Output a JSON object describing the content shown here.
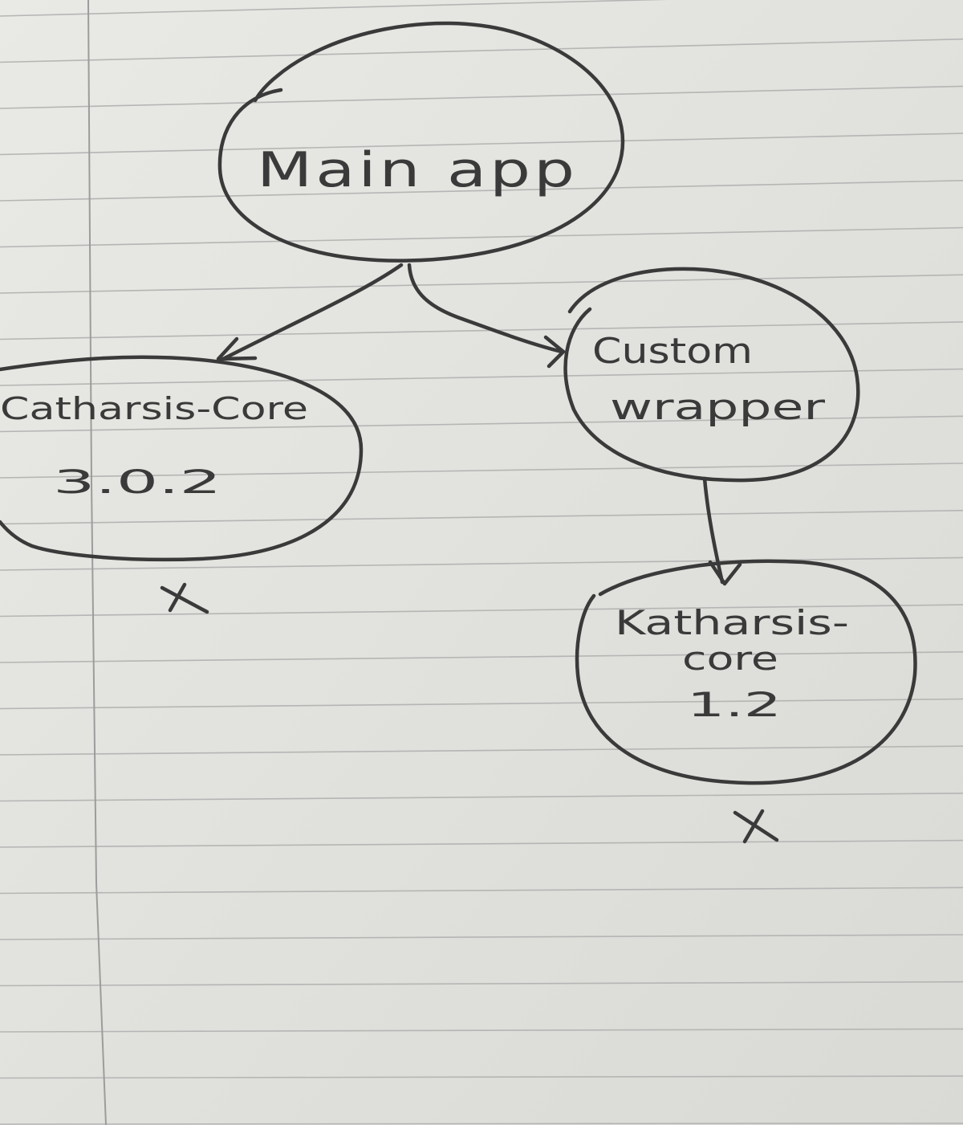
{
  "paper": {
    "background": "#e6e6e2",
    "rule_color": "#b5b5b5",
    "margin_color": "#9c9c9c",
    "ink_color": "#3a3a3a"
  },
  "nodes": {
    "main_app": {
      "line1": "Main app"
    },
    "custom_wrapper": {
      "line1": "Custom",
      "line2": "wrapper"
    },
    "left_core": {
      "line1": "Catharsis-Core",
      "line2": "3.0.2",
      "mark": "X"
    },
    "right_core": {
      "line1": "Katharsis-",
      "line2": "core",
      "line3": "1.2",
      "mark": "X"
    }
  },
  "edges": [
    {
      "from": "main_app",
      "to": "left_core"
    },
    {
      "from": "main_app",
      "to": "custom_wrapper"
    },
    {
      "from": "custom_wrapper",
      "to": "right_core"
    }
  ]
}
